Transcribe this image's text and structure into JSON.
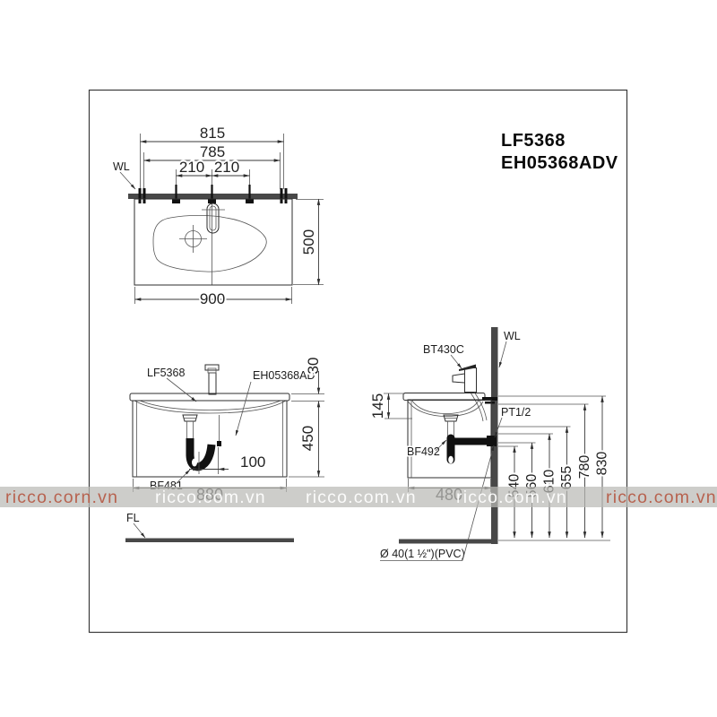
{
  "title": {
    "model1": "LF5368",
    "model2": "EH05368ADV"
  },
  "top_view": {
    "wl": "WL",
    "d815": "815",
    "d785": "785",
    "d210_left": "210",
    "d210_right": "210",
    "d500": "500",
    "d900": "900"
  },
  "front_view": {
    "label_sink": "LF5368",
    "label_cabinet": "EH05368AD",
    "label_trap": "BF481",
    "label_floor": "FL",
    "d30": "30",
    "d450": "450",
    "d100": "100",
    "d880": "880"
  },
  "side_view": {
    "label_faucet": "BT430C",
    "label_wall": "WL",
    "label_supply": "PT1/2",
    "label_trap": "BF492",
    "label_pipe": "Ø 40(1 ½\")(PVC)",
    "d145": "145",
    "d480": "480",
    "heights": [
      "540",
      "560",
      "610",
      "655",
      "780",
      "830"
    ]
  },
  "watermark": {
    "band_color": "rgba(186,186,181,0.72)",
    "instances": [
      {
        "text": "ricco.corn.vn",
        "color": "#b65a45"
      },
      {
        "text": "ricco.com.vn",
        "color": "#ffffff"
      },
      {
        "text": "ricco.com.vn",
        "color": "#ffffff"
      },
      {
        "text": "ricco.com.vn",
        "color": "#ffffff"
      },
      {
        "text": "ricco.com.vn",
        "color": "#b65a45"
      }
    ]
  },
  "colors": {
    "line": "#2e2e2e",
    "dark_fill": "#484848",
    "trap_black": "#111111"
  }
}
